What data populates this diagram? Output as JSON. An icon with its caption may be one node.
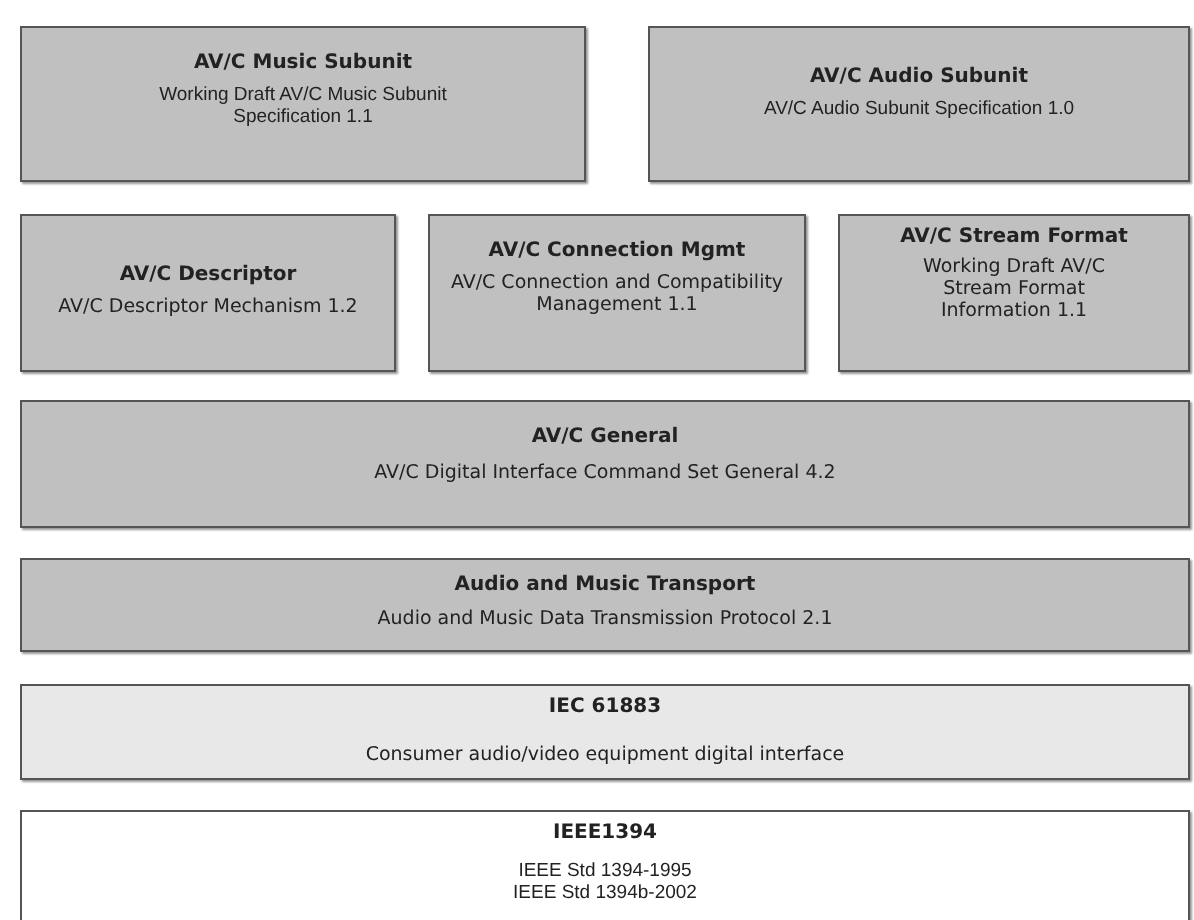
{
  "diagram": {
    "nodes": [
      {
        "text": [
          "AV/C Music Subunit",
          "Working Draft AV/C Music Subunit Specification 1.1"
        ]
      },
      {
        "text": [
          "AV/C Audio Subunit",
          "AV/C Audio Subunit Specification 1.0"
        ]
      },
      {
        "text": [
          "AV/C Descriptor",
          "AV/C Descriptor Mechanism 1.2"
        ]
      },
      {
        "text": [
          "AV/C Connection Mgmt",
          "AV/C Connection and Compatibility Management 1.1"
        ]
      },
      {
        "text": [
          "AV/C Stream Format",
          "Working Draft AV/C Stream Format Information 1.1"
        ]
      },
      {
        "text": [
          "AV/C General",
          "AV/C Digital Interface Command Set General 4.2"
        ]
      },
      {
        "text": [
          "Audio and Music Transport",
          "Audio and Music Data Transmission Protocol 2.1"
        ]
      },
      {
        "text": [
          "IEC 61883",
          "Consumer audio/video equipment digital interface"
        ]
      },
      {
        "text": [
          "IEEE1394",
          "IEEE Std 1394-1995 IEEE Std 1394b-2002"
        ]
      }
    ]
  }
}
